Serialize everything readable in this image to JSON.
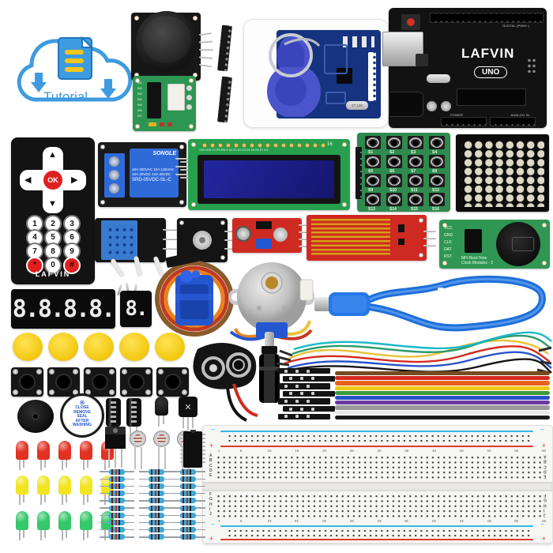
{
  "tutorial": {
    "label": "Tutorial"
  },
  "uno": {
    "brand": "LAFVIN",
    "model": "UNO",
    "digital_label": "DIGITAL (PWM~)",
    "power_label": "POWER",
    "analog_label": "ANALOG IN"
  },
  "remote": {
    "ok": "OK",
    "brand": "LAFVIN",
    "keys": [
      "1",
      "2",
      "3",
      "4",
      "5",
      "6",
      "7",
      "8",
      "9",
      "*",
      "0",
      "#"
    ],
    "arrows": {
      "up": "▲",
      "down": "▼",
      "left": "◀",
      "right": "▶"
    }
  },
  "relay": {
    "brand": "SONGLE",
    "ratings": [
      "10A 250VAC 10A 125VAC",
      "10A 30VDC 10A 28VDC"
    ],
    "model": "SRD-05VDC-SL-C"
  },
  "lcd": {
    "pin_label": "16",
    "pins": "VSS VDD V0 RS RW E D0 D1 D2 D3 D4 D5 D6 D7 A K"
  },
  "keypad": {
    "buttons": [
      "S1",
      "S2",
      "S3",
      "S4",
      "S5",
      "S6",
      "S7",
      "S8",
      "S9",
      "S10",
      "S11",
      "S12",
      "S13",
      "S14",
      "S15",
      "S16"
    ]
  },
  "driver_board": {
    "pins": [
      "IN1",
      "IN2",
      "IN3",
      "IN4",
      "IN5",
      "IN6",
      "IN7"
    ]
  },
  "rtc": {
    "pins": [
      "VCC",
      "GND",
      "CLK",
      "DAT",
      "RST"
    ],
    "label": [
      "MH-Real-Time",
      "Clock Modules - 2"
    ]
  },
  "rfid": {
    "crystal": "27.120"
  },
  "buzzer_sticker": {
    "lines": [
      "CLOSE",
      "REMOVE",
      "SEAL",
      "AFTER",
      "WASHING"
    ]
  },
  "displays": {
    "four_digit": "8.8.8.8.",
    "one_digit": "8."
  },
  "breadboard": {
    "row_letters_top": [
      "A",
      "B",
      "C",
      "D",
      "E"
    ],
    "row_letters_bottom": [
      "F",
      "G",
      "H",
      "I",
      "J"
    ],
    "column_numbers": [
      "1",
      "5",
      "10",
      "15",
      "20",
      "25",
      "30",
      "35",
      "40",
      "45",
      "50",
      "55",
      "60"
    ],
    "plus": "+",
    "minus": "–"
  },
  "counts": {
    "leds_per_color": 5,
    "yellow_caps": 5,
    "push_buttons": 5,
    "resistor_rows": 10,
    "resistor_cols": 3,
    "photoresistors": 3
  },
  "colors": {
    "accent_blue": "#3f9be0",
    "doc_yellow": "#f5c518",
    "pcb_green": "#2e8b4f",
    "pcb_blue": "#16337f",
    "pcb_red": "#cf2a22",
    "board_black": "#171717",
    "relay_blue": "#2f6bd8",
    "lcd_screen": "#181b9e",
    "servo_blue": "#2356cf",
    "usb_blue": "#2677e8",
    "led_red": "#e23222",
    "led_yellow": "#f2e420",
    "led_green": "#35c86a",
    "resistor_blue": "#3fa8d8",
    "ribbon": [
      "#7a4a21",
      "#d42a1e",
      "#e8641e",
      "#f0c818",
      "#3a9a3a",
      "#2a52c8",
      "#6a3aa0",
      "#9a9a9a",
      "#e8e8e8",
      "#1a1a1a"
    ]
  }
}
